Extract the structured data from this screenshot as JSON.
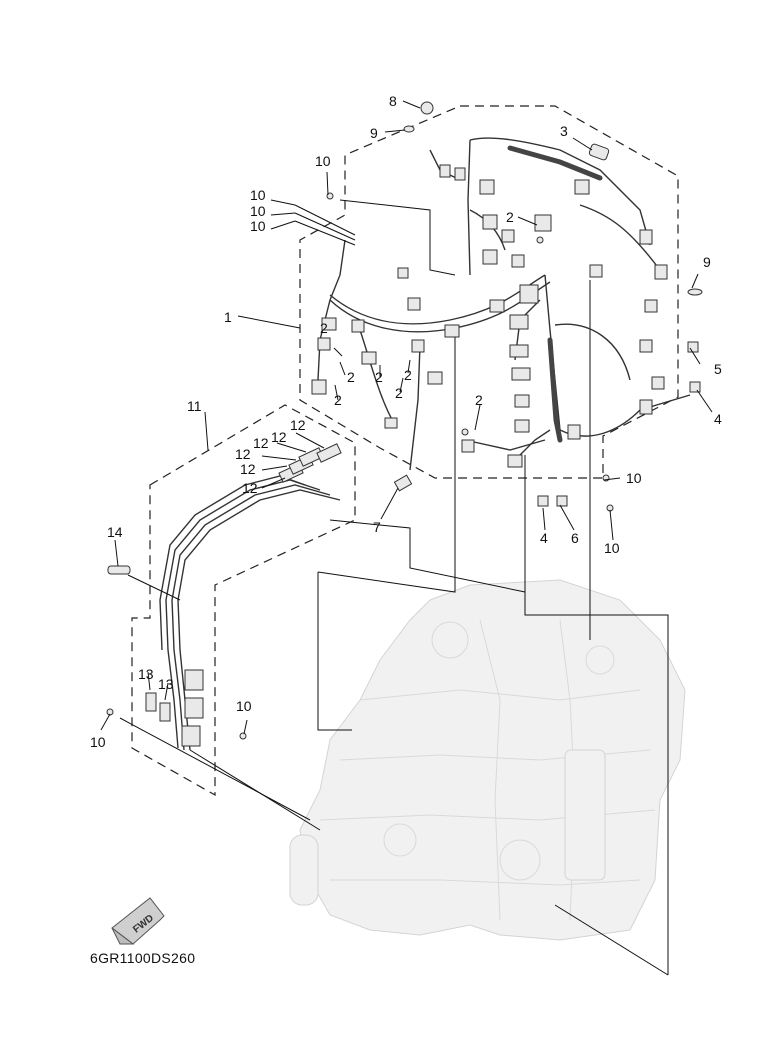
{
  "diagram": {
    "drawing_code": "6GR1100DS260",
    "fwd_label": "FWD",
    "callouts": [
      "1",
      "2",
      "3",
      "4",
      "5",
      "6",
      "7",
      "8",
      "9",
      "10",
      "11",
      "12",
      "13",
      "14"
    ]
  }
}
